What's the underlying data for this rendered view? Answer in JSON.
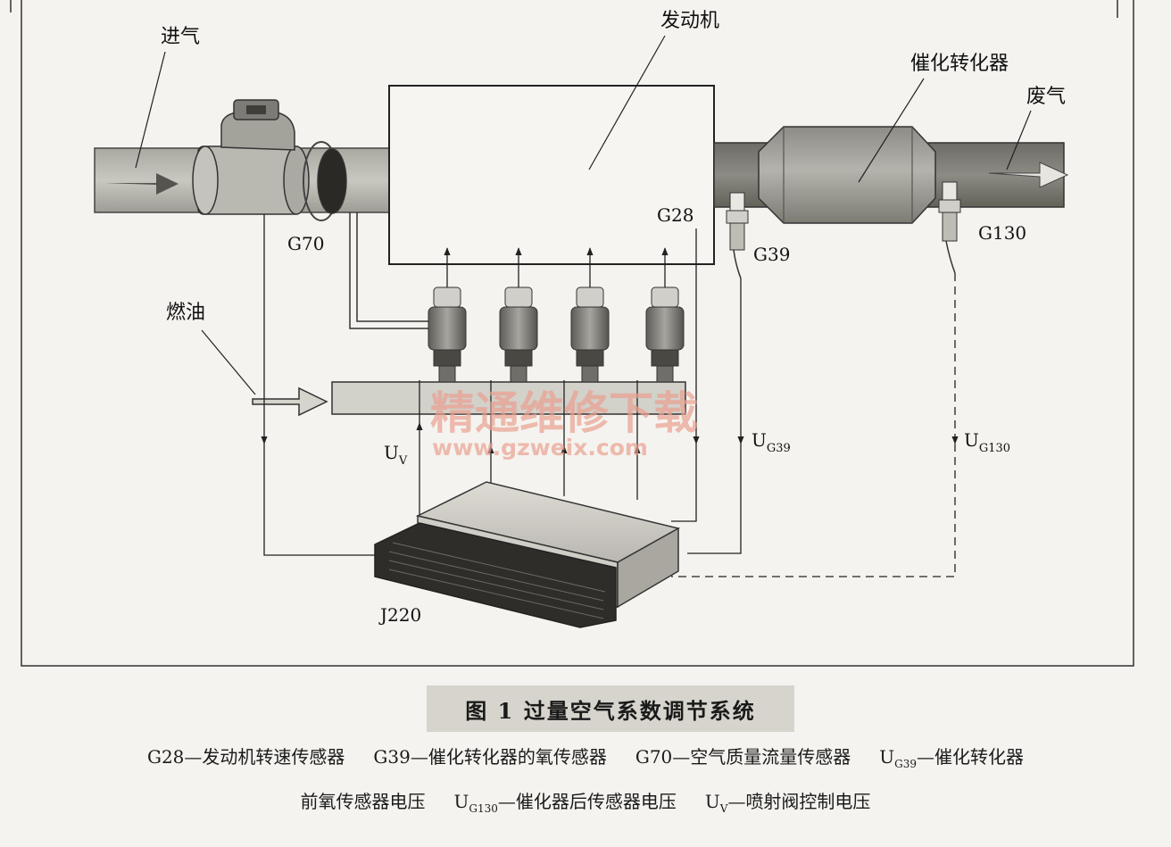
{
  "diagram": {
    "labels": {
      "intake": "进气",
      "engine": "发动机",
      "catalyst": "催化转化器",
      "exhaust": "废气",
      "fuel": "燃油",
      "g28": "G28",
      "g39": "G39",
      "g70": "G70",
      "g130": "G130",
      "j220": "J220",
      "uv_main": "U",
      "uv_sub": "V",
      "ug39_main": "U",
      "ug39_sub": "G39",
      "ug130_main": "U",
      "ug130_sub": "G130"
    },
    "watermark": {
      "cn": "精通维修下载",
      "url": "www.gzweix.com"
    }
  },
  "caption": {
    "title": "图 1 过量空气系数调节系统"
  },
  "legend": {
    "line1": [
      {
        "text": "G28—发动机转速传感器"
      },
      {
        "text": "G39—催化转化器的氧传感器"
      },
      {
        "text": "G70—空气质量流量传感器"
      },
      {
        "pre": "U",
        "sub": "G39",
        "post": "—催化转化器"
      }
    ],
    "line2": [
      {
        "text": "前氧传感器电压"
      },
      {
        "pre": "U",
        "sub": "G130",
        "post": "—催化器后传感器电压"
      },
      {
        "pre": "U",
        "sub": "V",
        "post": "—喷射阀控制电压"
      }
    ]
  }
}
